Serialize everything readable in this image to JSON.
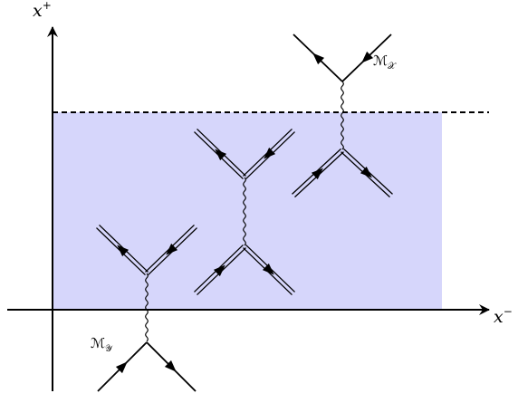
{
  "axes": {
    "vertical_label": {
      "base": "x",
      "sup": "+"
    },
    "horizontal_label": {
      "base": "x",
      "sup": "−"
    }
  },
  "labels": {
    "amp_x": {
      "base": "ℳ",
      "sub": "𝒳"
    },
    "amp_y": {
      "base": "ℳ",
      "sub": "𝒴"
    }
  },
  "colors": {
    "region_fill": "#d6d6fb",
    "line": "#000000"
  }
}
